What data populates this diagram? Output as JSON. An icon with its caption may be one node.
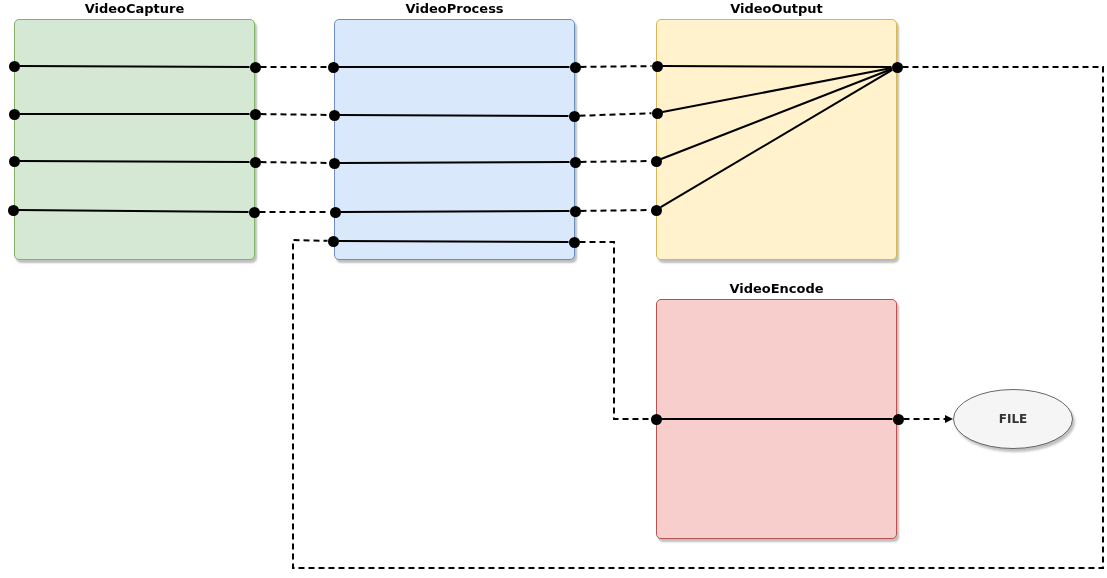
{
  "diagram": {
    "nodes": [
      {
        "text": [
          "VideoCapture"
        ]
      },
      {
        "text": [
          "VideoProcess"
        ]
      },
      {
        "text": [
          "VideoOutput"
        ]
      },
      {
        "text": [
          "VideoEncode"
        ]
      },
      {
        "text": [
          "FILE"
        ]
      },
      {
        "text": [],
        "shape": "circle",
        "in": 0
      },
      {
        "text": [],
        "shape": "circle",
        "in": 0
      },
      {
        "text": [],
        "shape": "circle",
        "in": 0
      },
      {
        "text": [],
        "shape": "circle",
        "in": 0
      },
      {
        "text": [],
        "shape": "circle",
        "in": 0
      },
      {
        "text": [],
        "shape": "circle",
        "in": 0
      },
      {
        "text": [],
        "shape": "circle",
        "in": 0
      },
      {
        "text": [],
        "shape": "circle",
        "in": 0
      },
      {
        "text": [],
        "shape": "circle",
        "in": 1
      },
      {
        "text": [],
        "shape": "circle",
        "in": 1
      },
      {
        "text": [],
        "shape": "circle",
        "in": 1
      },
      {
        "text": [],
        "shape": "circle",
        "in": 1
      },
      {
        "text": [],
        "shape": "circle",
        "in": 1
      },
      {
        "text": [],
        "shape": "circle",
        "in": 1
      },
      {
        "text": [],
        "shape": "circle",
        "in": 1
      },
      {
        "text": [],
        "shape": "circle",
        "in": 1
      },
      {
        "text": [],
        "shape": "circle",
        "in": 1
      },
      {
        "text": [],
        "shape": "circle",
        "in": 1
      },
      {
        "text": [],
        "shape": "circle",
        "in": 2
      },
      {
        "text": [],
        "shape": "circle",
        "in": 2
      },
      {
        "text": [],
        "shape": "circle",
        "in": 2
      },
      {
        "text": [],
        "shape": "circle",
        "in": 2
      },
      {
        "text": [],
        "shape": "circle",
        "in": 2
      },
      {
        "text": [],
        "shape": "circle",
        "in": 3
      },
      {
        "text": [],
        "shape": "circle",
        "in": 3
      }
    ],
    "edges": [
      {
        "from": 5,
        "to": 9,
        "arrow": "none"
      },
      {
        "from": 6,
        "to": 10,
        "arrow": "none"
      },
      {
        "from": 7,
        "to": 11,
        "arrow": "none"
      },
      {
        "from": 8,
        "to": 12,
        "arrow": "none"
      },
      {
        "from": 9,
        "to": 13,
        "arrow": "none",
        "style": "dashed"
      },
      {
        "from": 10,
        "to": 14,
        "arrow": "none",
        "style": "dashed"
      },
      {
        "from": 11,
        "to": 15,
        "arrow": "none",
        "style": "dashed"
      },
      {
        "from": 12,
        "to": 16,
        "arrow": "none",
        "style": "dashed"
      },
      {
        "from": 13,
        "to": 18,
        "arrow": "none"
      },
      {
        "from": 14,
        "to": 19,
        "arrow": "none"
      },
      {
        "from": 15,
        "to": 20,
        "arrow": "none"
      },
      {
        "from": 16,
        "to": 21,
        "arrow": "none"
      },
      {
        "from": 17,
        "to": 22,
        "arrow": "none"
      },
      {
        "from": 18,
        "to": 23,
        "arrow": "none",
        "style": "dashed"
      },
      {
        "from": 19,
        "to": 24,
        "arrow": "none",
        "style": "dashed"
      },
      {
        "from": 20,
        "to": 25,
        "arrow": "none",
        "style": "dashed"
      },
      {
        "from": 21,
        "to": 26,
        "arrow": "none",
        "style": "dashed"
      },
      {
        "from": 23,
        "to": 27,
        "arrow": "none"
      },
      {
        "from": 24,
        "to": 27,
        "arrow": "none"
      },
      {
        "from": 25,
        "to": 27,
        "arrow": "none"
      },
      {
        "from": 26,
        "to": 27,
        "arrow": "none"
      },
      {
        "from": 27,
        "to": 17,
        "arrow": "none",
        "style": "dashed"
      },
      {
        "from": 22,
        "to": 28,
        "arrow": "none",
        "style": "dashed"
      },
      {
        "from": 28,
        "to": 29,
        "arrow": "none"
      },
      {
        "from": 29,
        "to": 4,
        "arrow": "to",
        "style": "dashed"
      }
    ]
  }
}
